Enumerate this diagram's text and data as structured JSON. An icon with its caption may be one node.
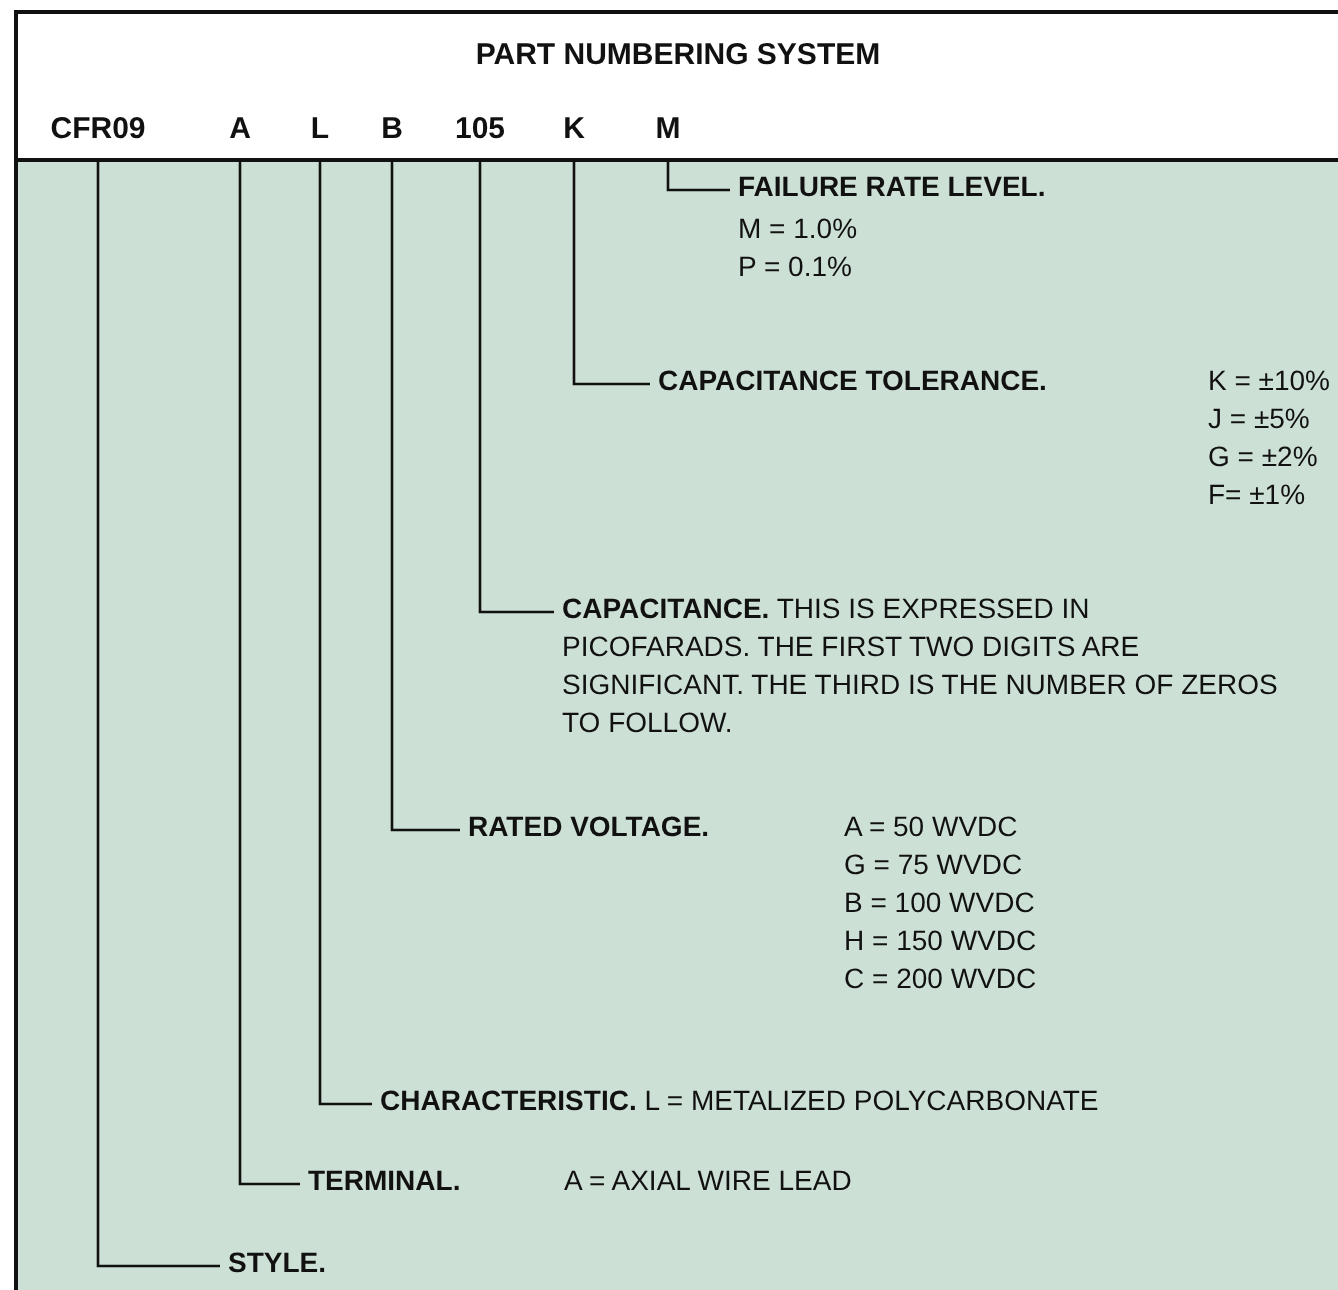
{
  "diagram": {
    "title": "PART NUMBERING SYSTEM",
    "nodes": [
      {
        "text": [
          "CFR09"
        ]
      },
      {
        "text": [
          "A"
        ]
      },
      {
        "text": [
          "L"
        ]
      },
      {
        "text": [
          "B"
        ]
      },
      {
        "text": [
          "105"
        ]
      },
      {
        "text": [
          "K"
        ]
      },
      {
        "text": [
          "M"
        ]
      },
      {
        "text": [
          "FAILURE RATE LEVEL.",
          "M = 1.0%",
          "P = 0.1%"
        ]
      },
      {
        "text": [
          "CAPACITANCE TOLERANCE.",
          "K = ±10%",
          "J = ±5%",
          "G = ±2%",
          "F= ±1%"
        ]
      },
      {
        "text": [
          "CAPACITANCE.",
          "THIS IS EXPRESSED IN PICOFARADS. THE FIRST TWO DIGITS ARE SIGNIFICANT. THE THIRD IS THE NUMBER OF ZEROS TO FOLLOW."
        ]
      },
      {
        "text": [
          "RATED VOLTAGE.",
          "A = 50 WVDC",
          "G = 75 WVDC",
          "B = 100 WVDC",
          "H = 150 WVDC",
          "C = 200 WVDC"
        ]
      },
      {
        "text": [
          "CHARACTERISTIC.",
          "L = METALIZED POLYCARBONATE"
        ]
      },
      {
        "text": [
          "TERMINAL.",
          "A = AXIAL WIRE LEAD"
        ]
      },
      {
        "text": [
          "STYLE."
        ]
      }
    ],
    "edges": [
      {
        "from": 6,
        "to": 7,
        "arrow": "none"
      },
      {
        "from": 5,
        "to": 8,
        "arrow": "none"
      },
      {
        "from": 4,
        "to": 9,
        "arrow": "none"
      },
      {
        "from": 3,
        "to": 10,
        "arrow": "none"
      },
      {
        "from": 2,
        "to": 11,
        "arrow": "none"
      },
      {
        "from": 1,
        "to": 12,
        "arrow": "none"
      },
      {
        "from": 0,
        "to": 13,
        "arrow": "none"
      }
    ]
  }
}
